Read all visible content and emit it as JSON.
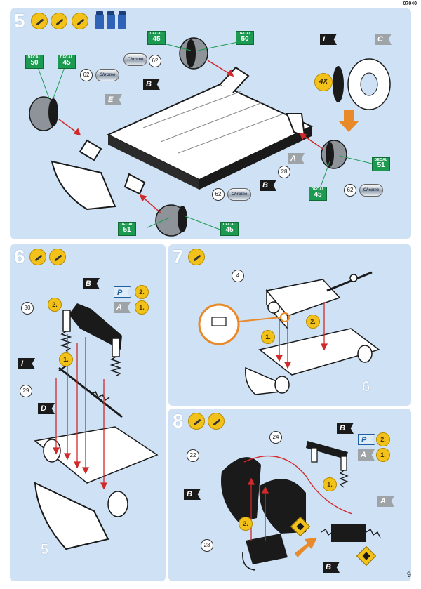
{
  "document_code": "07040",
  "page_number": "9",
  "decal_label": "DECAL",
  "chrome_label": "Chrome",
  "step5": {
    "number": "5",
    "multiplier": "4X",
    "decals": [
      "50",
      "45",
      "45",
      "50",
      "51",
      "45",
      "51",
      "45"
    ],
    "parts": [
      "62",
      "62",
      "62",
      "62",
      "28"
    ],
    "flags": [
      "E",
      "B",
      "B",
      "A",
      "I",
      "C"
    ]
  },
  "step6": {
    "number": "6",
    "parts": [
      "30",
      "29"
    ],
    "flags": [
      "B",
      "P",
      "A",
      "I",
      "D"
    ],
    "orders": [
      "2.",
      "1.",
      "2.",
      "1."
    ],
    "big_ref": "5"
  },
  "step7": {
    "number": "7",
    "parts": [
      "4"
    ],
    "orders": [
      "1.",
      "2."
    ],
    "big_ref": "6"
  },
  "step8": {
    "number": "8",
    "parts": [
      "24",
      "22",
      "23"
    ],
    "flags": [
      "B",
      "P",
      "A",
      "B",
      "A",
      "B"
    ],
    "orders": [
      "2.",
      "1.",
      "1.",
      "2."
    ]
  },
  "colors": {
    "panel": "#cfe2f5",
    "accent_yellow": "#f2c21a",
    "decal_green": "#1d9a52",
    "arrow_red": "#d12a2a",
    "arrow_orange": "#e8892a"
  }
}
